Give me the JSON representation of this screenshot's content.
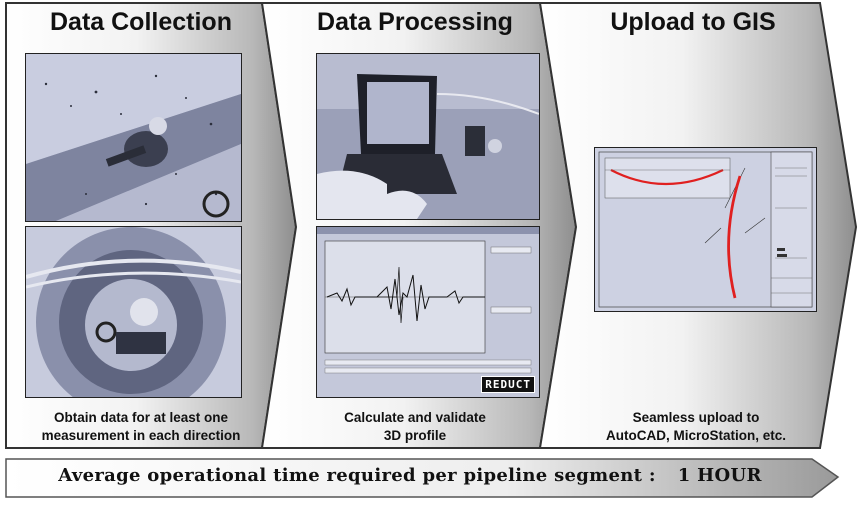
{
  "stages": [
    {
      "title": "Data Collection",
      "caption_lines": [
        "Obtain data for at least one",
        "measurement in each direction"
      ],
      "images": [
        "trench-photo",
        "manhole-photo"
      ]
    },
    {
      "title": "Data Processing",
      "caption_lines": [
        "Calculate and validate",
        "3D profile"
      ],
      "images": [
        "laptop-photo",
        "software-screenshot"
      ],
      "software_logo": "REDUCT"
    },
    {
      "title": "Upload to GIS",
      "caption_lines": [
        "Seamless upload to",
        "AutoCAD, MicroStation, etc."
      ],
      "images": [
        "gis-drawing"
      ]
    }
  ],
  "footer": {
    "label": "Average operational time required per pipeline segment :",
    "value": "1 HOUR"
  },
  "colors": {
    "photo_tint": "#9aa0b8",
    "pipeline_red": "#e02020"
  }
}
